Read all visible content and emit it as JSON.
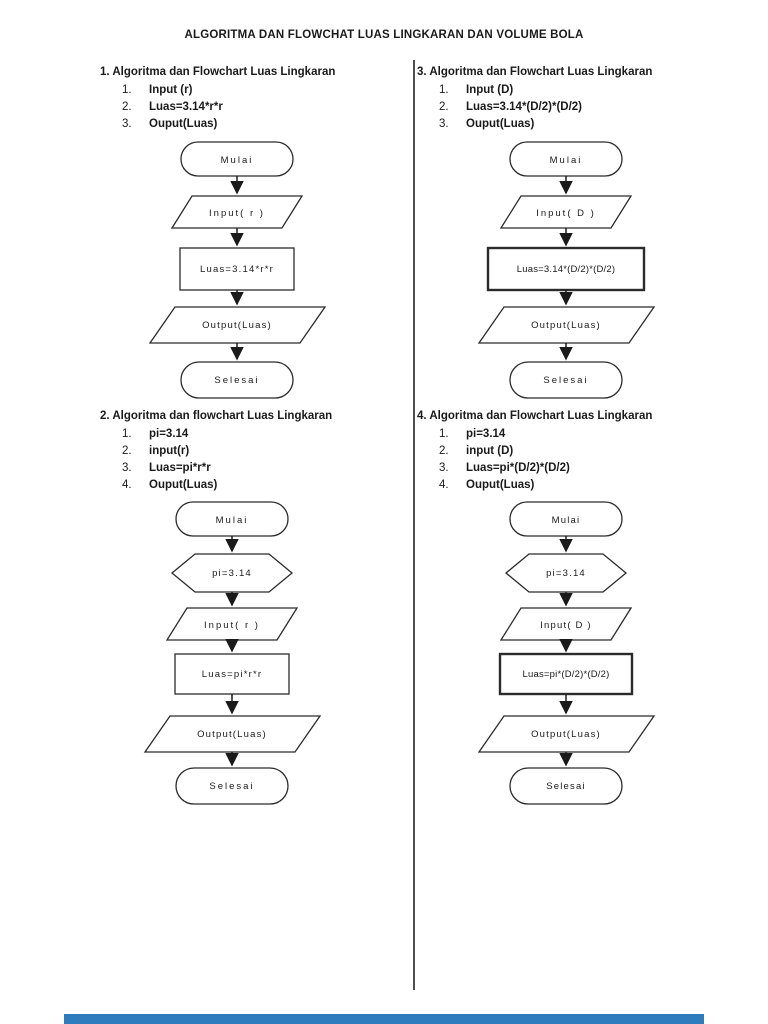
{
  "title": "ALGORITMA DAN FLOWCHAT LUAS LINGKARAN DAN VOLUME BOLA",
  "footer": {
    "progress_bar_color": "#2e7bbd"
  },
  "sections": [
    {
      "heading": "1. Algoritma dan Flowchart Luas Lingkaran",
      "steps": [
        {
          "num": "1.",
          "text": "Input (r)"
        },
        {
          "num": "2.",
          "text": "Luas=3.14*r*r"
        },
        {
          "num": "3.",
          "text": "Ouput(Luas)"
        }
      ],
      "flowchart": {
        "start": "Mulai",
        "input": "Input( r )",
        "process": "Luas=3.14*r*r",
        "output": "Output(Luas)",
        "end": "Selesai"
      }
    },
    {
      "heading": "2. Algoritma dan flowchart Luas Lingkaran",
      "steps": [
        {
          "num": "1.",
          "text": "pi=3.14"
        },
        {
          "num": "2.",
          "text": "input(r)"
        },
        {
          "num": "3.",
          "text": "Luas=pi*r*r"
        },
        {
          "num": "4.",
          "text": "Ouput(Luas)"
        }
      ],
      "flowchart": {
        "start": "Mulai",
        "prep": "pi=3.14",
        "input": "Input( r )",
        "process": "Luas=pi*r*r",
        "output": "Output(Luas)",
        "end": "Selesai"
      }
    },
    {
      "heading": "3. Algoritma dan Flowchart Luas Lingkaran",
      "steps": [
        {
          "num": "1.",
          "text": "Input (D)"
        },
        {
          "num": "2.",
          "text": "Luas=3.14*(D/2)*(D/2)"
        },
        {
          "num": "3.",
          "text": "Ouput(Luas)"
        }
      ],
      "flowchart": {
        "start": "Mulai",
        "input": "Input( D )",
        "process": "Luas=3.14*(D/2)*(D/2)",
        "output": "Output(Luas)",
        "end": "Selesai"
      }
    },
    {
      "heading": "4. Algoritma dan Flowchart Luas Lingkaran",
      "steps": [
        {
          "num": "1.",
          "text": "pi=3.14"
        },
        {
          "num": "2.",
          "text": "input (D)"
        },
        {
          "num": "3.",
          "text": "Luas=pi*(D/2)*(D/2)"
        },
        {
          "num": "4.",
          "text": "Ouput(Luas)"
        }
      ],
      "flowchart": {
        "start": "Mulai",
        "prep": "pi=3.14",
        "input": "Input( D )",
        "process": "Luas=pi*(D/2)*(D/2)",
        "output": "Output(Luas)",
        "end": "Selesai"
      }
    }
  ]
}
